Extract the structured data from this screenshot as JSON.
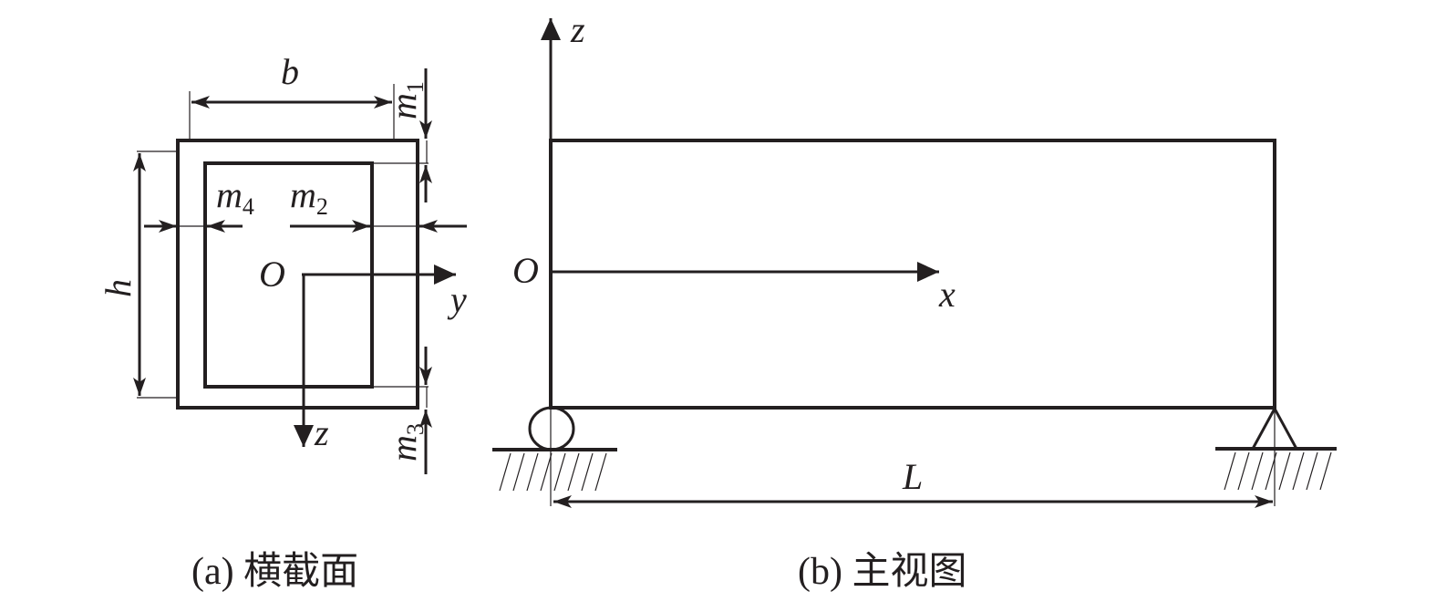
{
  "cross_section": {
    "labels": {
      "b": "b",
      "h": "h",
      "m1": "m",
      "m1_sub": "1",
      "m2": "m",
      "m2_sub": "2",
      "m3": "m",
      "m3_sub": "3",
      "m4": "m",
      "m4_sub": "4",
      "origin": "O",
      "y_axis": "y",
      "z_axis": "z"
    },
    "caption": "(a) 横截面"
  },
  "front_view": {
    "labels": {
      "z_axis": "z",
      "origin": "O",
      "x_axis": "x",
      "length": "L"
    },
    "caption": "(b) 主视图"
  },
  "colors": {
    "ink": "#231f20"
  }
}
